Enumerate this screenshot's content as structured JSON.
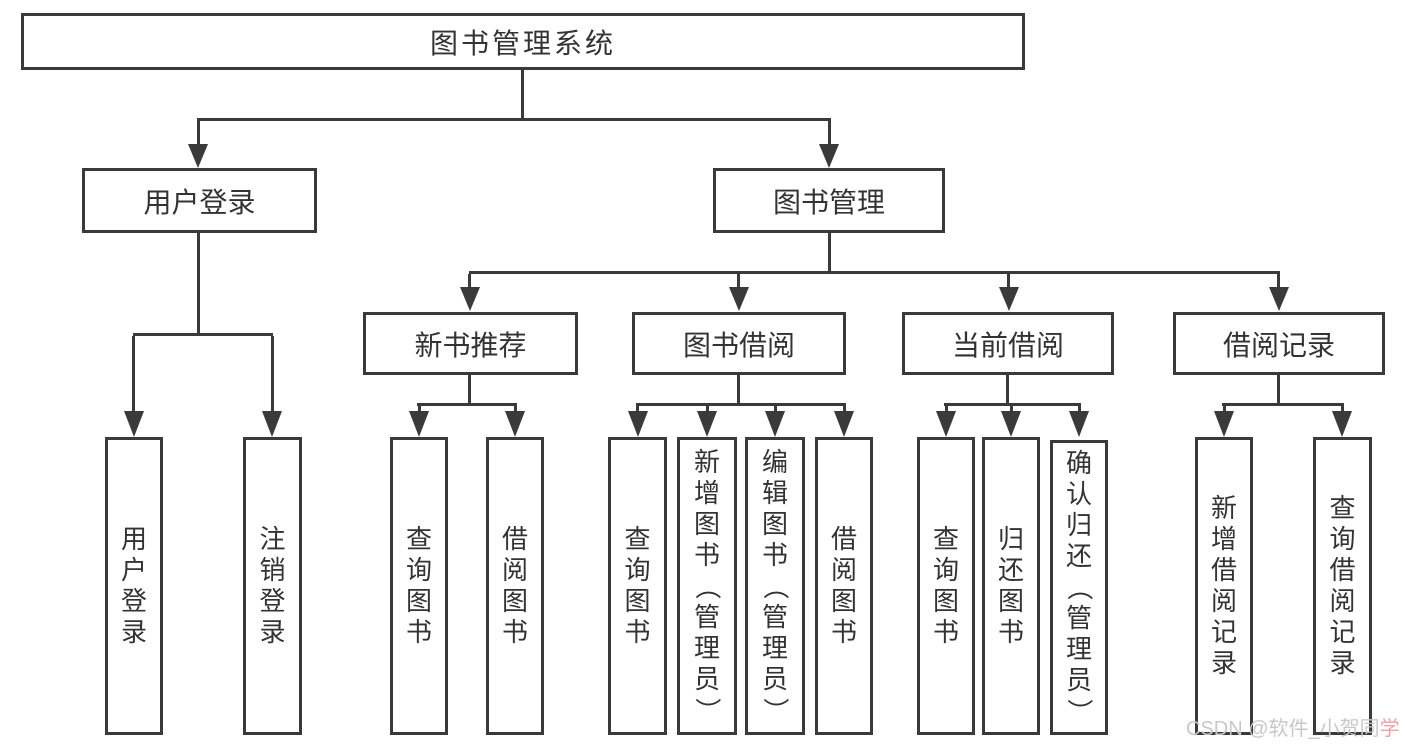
{
  "diagram": {
    "root": {
      "label": "图书管理系统"
    },
    "branches": [
      {
        "label": "用户登录",
        "children": [
          {
            "label": "用户登录"
          },
          {
            "label": "注销登录"
          }
        ]
      },
      {
        "label": "图书管理",
        "children": [
          {
            "label": "新书推荐",
            "children": [
              {
                "label": "查询图书"
              },
              {
                "label": "借阅图书"
              }
            ]
          },
          {
            "label": "图书借阅",
            "children": [
              {
                "label": "查询图书"
              },
              {
                "label": "新增图书（管理员）"
              },
              {
                "label": "编辑图书（管理员）"
              },
              {
                "label": "借阅图书"
              }
            ]
          },
          {
            "label": "当前借阅",
            "children": [
              {
                "label": "查询图书"
              },
              {
                "label": "归还图书"
              },
              {
                "label": "确认归还（管理员）"
              }
            ]
          },
          {
            "label": "借阅记录",
            "children": [
              {
                "label": "新增借阅记录"
              },
              {
                "label": "查询借阅记录"
              }
            ]
          }
        ]
      }
    ]
  },
  "watermark": {
    "prefix": "CSDN @软件_小贺同",
    "accent": "学",
    "prefix_color": "#c8c8c8",
    "accent_color": "#efa0ab"
  },
  "colors": {
    "line": "#3a3a3a",
    "text": "#333333",
    "background": "#ffffff"
  }
}
